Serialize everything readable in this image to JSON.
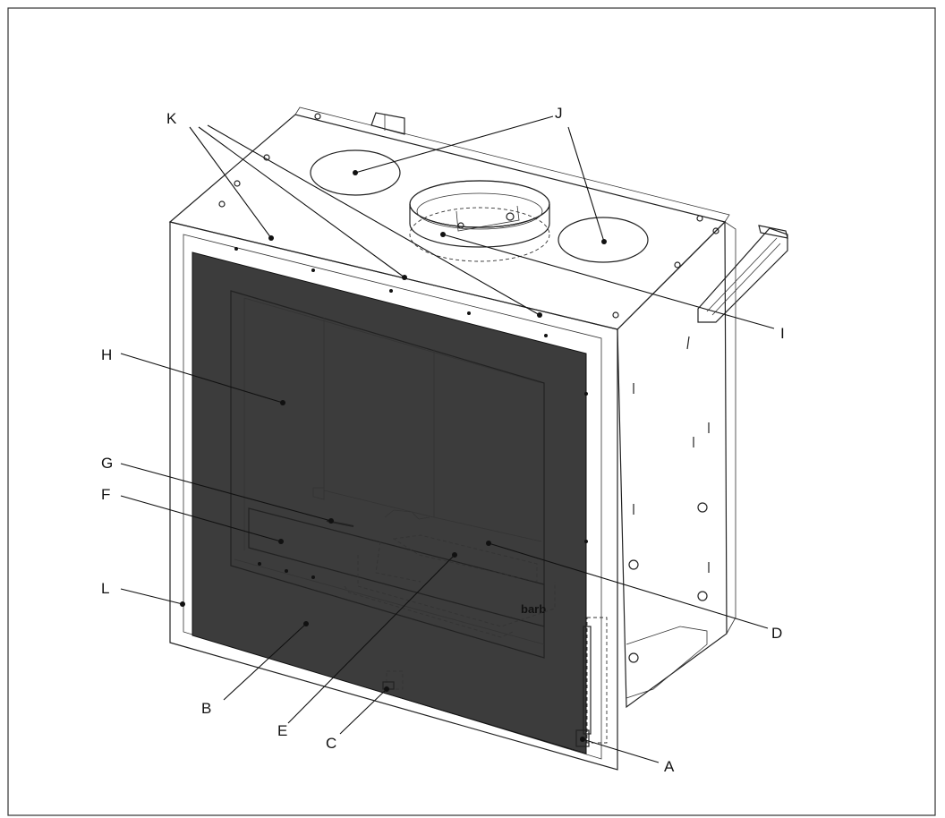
{
  "diagram": {
    "brand_mark": "barb",
    "colors": {
      "frame_dark": "#3c3c3c",
      "glass": "#e8eee8",
      "blue_part": "#1ab4e6",
      "light_blue": "#bcd4ea",
      "hidden_part": "#c7dcf0",
      "body_white": "#ffffff",
      "line": "#222222"
    },
    "callouts": [
      {
        "id": "A",
        "label": "A"
      },
      {
        "id": "B",
        "label": "B"
      },
      {
        "id": "C",
        "label": "C"
      },
      {
        "id": "D",
        "label": "D"
      },
      {
        "id": "E",
        "label": "E"
      },
      {
        "id": "F",
        "label": "F"
      },
      {
        "id": "G",
        "label": "G"
      },
      {
        "id": "H",
        "label": "H"
      },
      {
        "id": "I",
        "label": "I"
      },
      {
        "id": "J",
        "label": "J"
      },
      {
        "id": "K",
        "label": "K"
      },
      {
        "id": "L",
        "label": "L"
      }
    ]
  }
}
